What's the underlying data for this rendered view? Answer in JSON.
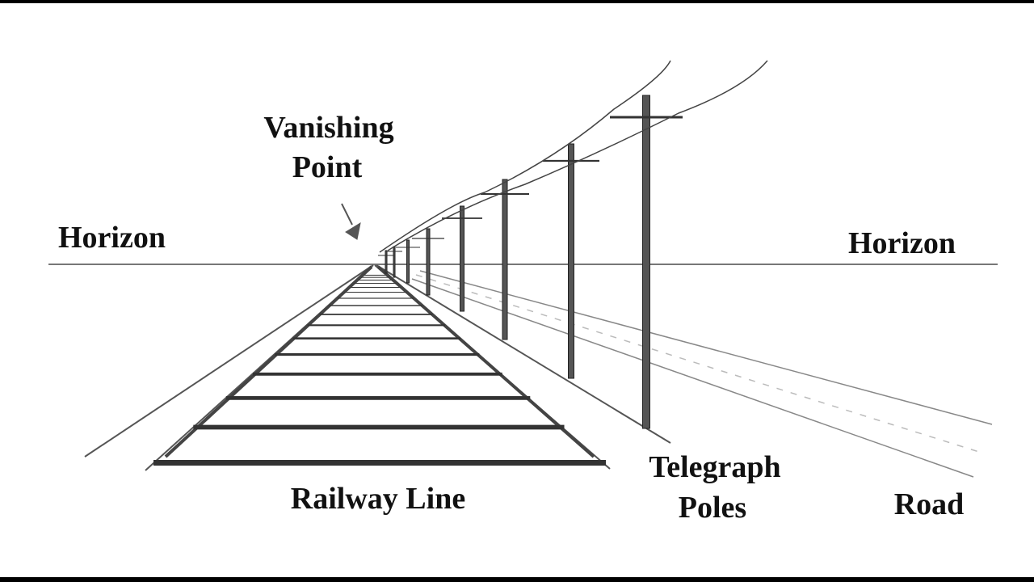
{
  "labels": {
    "horizon_left": "Horizon",
    "horizon_right": "Horizon",
    "vanishing_point_line1": "Vanishing",
    "vanishing_point_line2": "Point",
    "railway_line": "Railway Line",
    "telegraph_line1": "Telegraph",
    "telegraph_line2": "Poles",
    "road": "Road"
  }
}
